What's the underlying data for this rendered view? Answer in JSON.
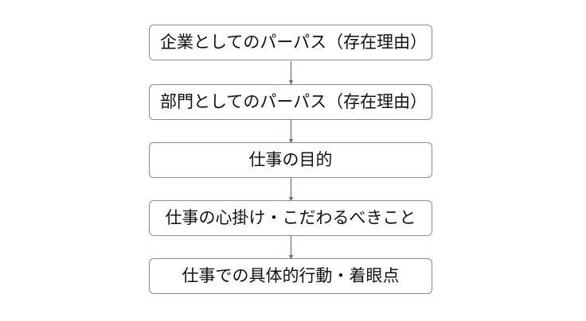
{
  "diagram": {
    "boxes": [
      {
        "text": "企業としてのパーパス（存在理由）"
      },
      {
        "text": "部門としてのパーパス（存在理由）"
      },
      {
        "text": "仕事の目的"
      },
      {
        "text": "仕事の心掛け・こだわるべきこと"
      },
      {
        "text": "仕事での具体的行動・着眼点"
      }
    ],
    "colors": {
      "box_border": "#8c8c8c",
      "text": "#111111",
      "arrow": "#4a72b0"
    }
  }
}
